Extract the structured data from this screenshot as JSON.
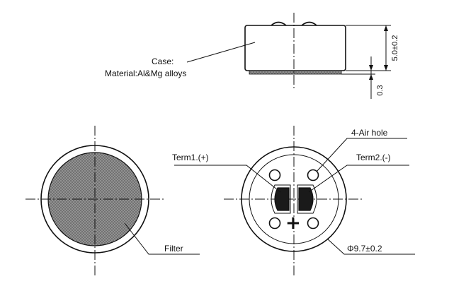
{
  "side_view": {
    "case_label": "Case:",
    "material_label": "Material:Al&Mg alloys",
    "height_dim": "5.0±0.2",
    "pin_dim": "0.3"
  },
  "front_view": {
    "filter_label": "Filter"
  },
  "back_view": {
    "air_hole_label": "4-Air hole",
    "term1_label": "Term1.(+)",
    "term2_label": "Term2.(-)",
    "plus_symbol": "+",
    "diameter_dim": "Φ9.7±0.2"
  },
  "colors": {
    "line": "#111111",
    "filter_fill": "#8e8e8e",
    "pad_fill": "#1a1a1a"
  }
}
